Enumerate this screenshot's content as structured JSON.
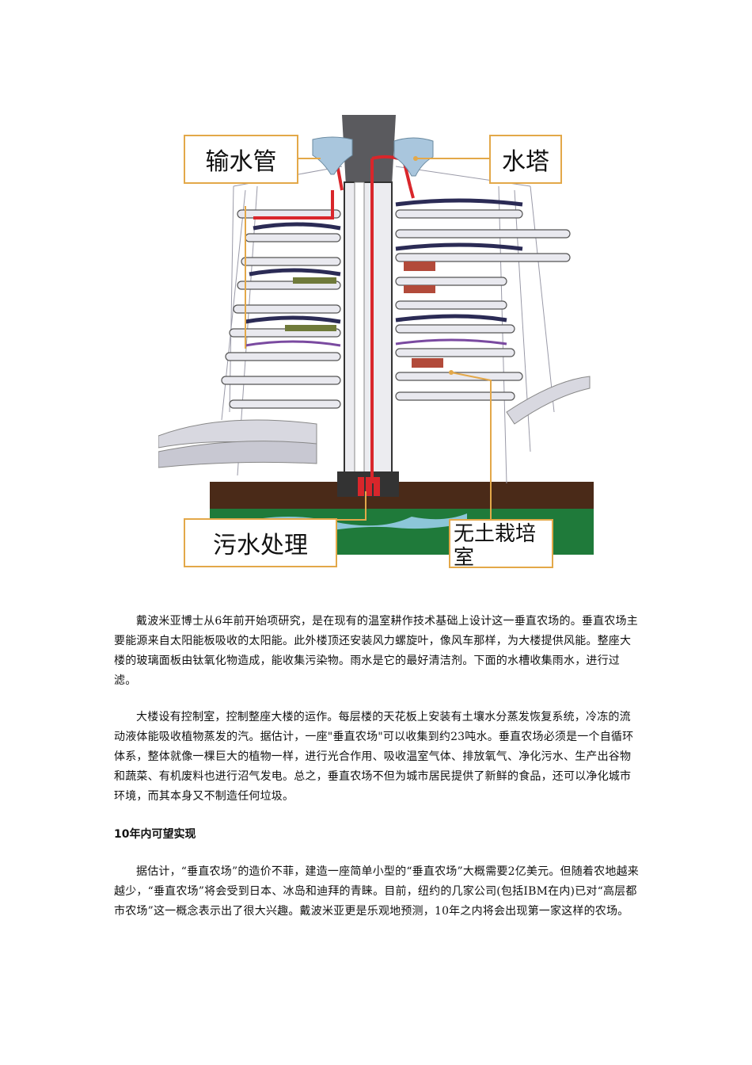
{
  "figure": {
    "labels": {
      "water_pipe": "输水管",
      "water_tower": "水塔",
      "sewage_treatment": "污水处理",
      "hydroponic_room": "无土栽培室"
    },
    "colors": {
      "callout_border": "#e3a849",
      "pipe_red": "#d9262b",
      "ground_green": "#1f7a3a",
      "soil_brown": "#4a2a18"
    }
  },
  "article": {
    "paragraph1": "戴波米亚博士从6年前开始项研究，是在现有的温室耕作技术基础上设计这一垂直农场的。垂直农场主要能源来自太阳能板吸收的太阳能。此外楼顶还安装风力螺旋叶，像风车那样，为大楼提供风能。整座大楼的玻璃面板由钛氧化物造成，能收集污染物。雨水是它的最好清洁剂。下面的水槽收集雨水，进行过滤。",
    "paragraph2": "大楼设有控制室，控制整座大楼的运作。每层楼的天花板上安装有土壤水分蒸发恢复系统，冷冻的流动液体能吸收植物蒸发的汽。据估计，一座\"垂直农场\"可以收集到约23吨水。垂直农场必须是一个自循环体系，整体就像一棵巨大的植物一样，进行光合作用、吸收温室气体、排放氧气、净化污水、生产出谷物和蔬菜、有机废料也进行沼气发电。总之，垂直农场不但为城市居民提供了新鲜的食品，还可以净化城市环境，而其本身又不制造任何垃圾。",
    "heading": "10年内可望实现",
    "paragraph3": "据估计，“垂直农场”的造价不菲，建造一座简单小型的“垂直农场”大概需要2亿美元。但随着农地越来越少，“垂直农场”将会受到日本、冰岛和迪拜的青睐。目前，纽约的几家公司(包括IBM在内)已对“高层都市农场”这一概念表示出了很大兴趣。戴波米亚更是乐观地预测，10年之内将会出现第一家这样的农场。"
  }
}
